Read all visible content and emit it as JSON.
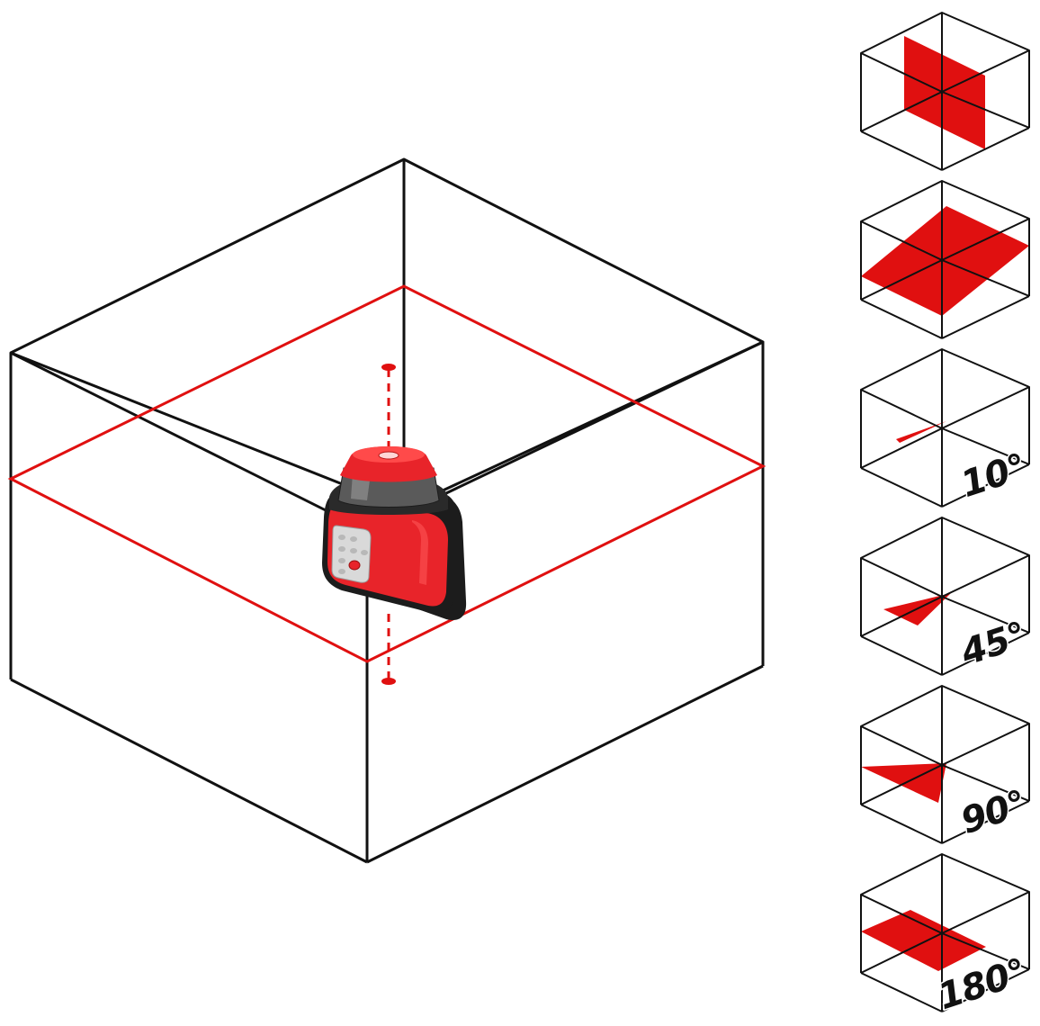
{
  "colors": {
    "outline": "#111111",
    "laser": "#e01010",
    "device_body": "#e8242a",
    "device_dark": "#1c1c1c",
    "keypad": "#d9d9d9"
  },
  "mode_panels": [
    {
      "mode": "vertical-plane",
      "angle_label": ""
    },
    {
      "mode": "horizontal-plane",
      "angle_label": ""
    },
    {
      "mode": "scan-sector",
      "angle_label": "10°"
    },
    {
      "mode": "scan-sector",
      "angle_label": "45°"
    },
    {
      "mode": "scan-sector",
      "angle_label": "90°"
    },
    {
      "mode": "scan-sector",
      "angle_label": "180°"
    }
  ]
}
